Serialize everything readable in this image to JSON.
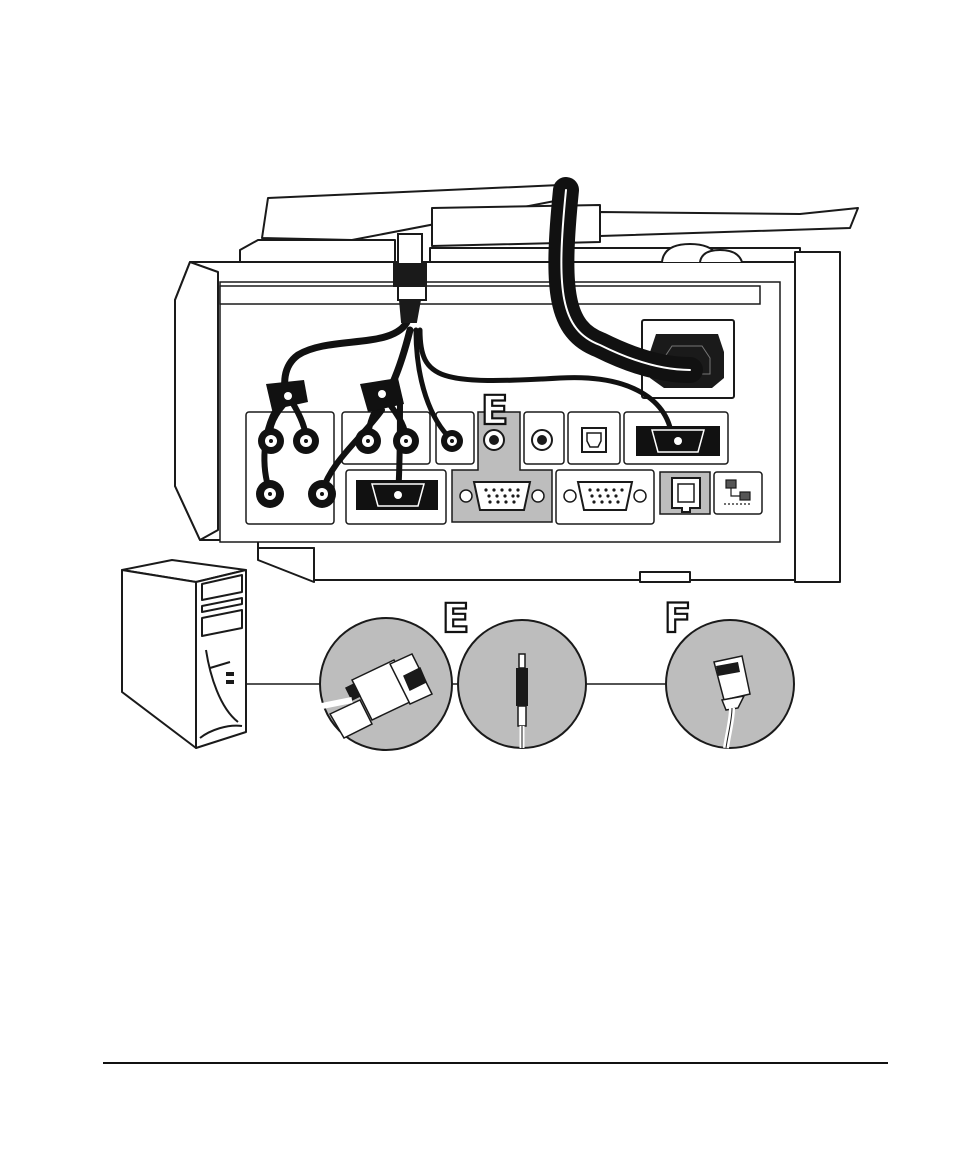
{
  "labels": {
    "panel_port_label": "E",
    "callout_e_label": "E",
    "callout_f_label": "F"
  },
  "colors": {
    "ink": "#111111",
    "line": "#1a1a1a",
    "highlight_panel": "#bdbdbd",
    "paper": "#ffffff"
  },
  "icons": {
    "computer": "desktop-tower-icon",
    "vga_callout": "vga-cable-connector-icon",
    "audio_callout": "audio-mini-jack-icon",
    "network_callout": "rj45-plug-icon",
    "power": "power-socket-icon",
    "usb": "usb-port-icon",
    "network_port": "rj45-port-icon",
    "network_status": "network-computers-icon"
  }
}
